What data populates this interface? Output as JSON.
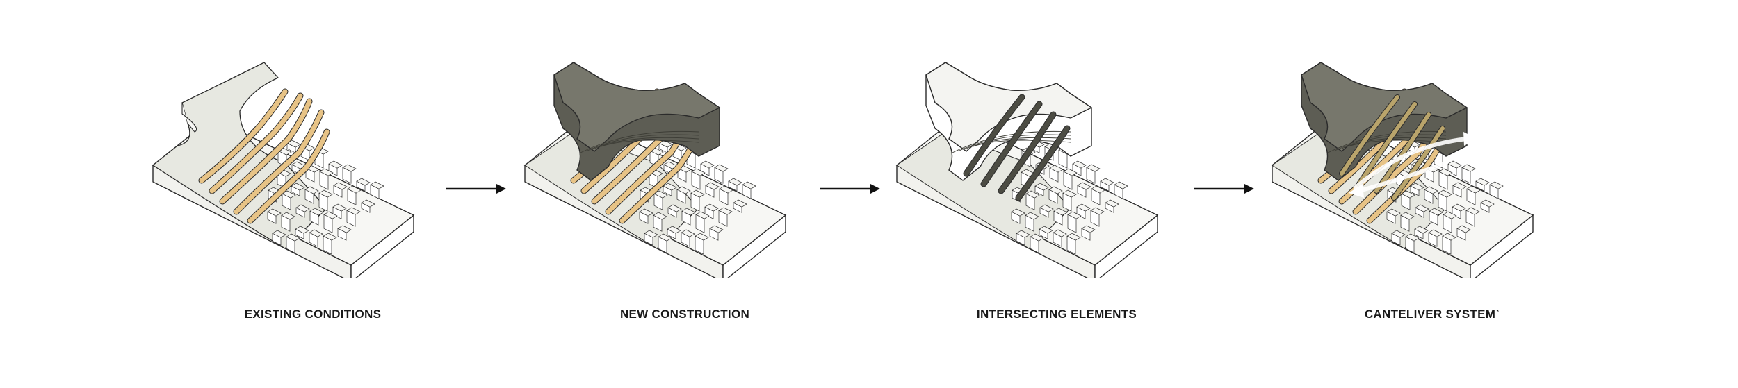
{
  "stages": [
    {
      "caption": "EXISTING CONDITIONS"
    },
    {
      "caption": "NEW CONSTRUCTION"
    },
    {
      "caption": "INTERSECTING ELEMENTS"
    },
    {
      "caption": "CANTELIVER SYSTEM`"
    }
  ],
  "colors": {
    "ground": "#e7e8e1",
    "base_side": "#ffffff",
    "outline": "#2b2b2b",
    "ramp": "#e7c386",
    "mass": "#77776c",
    "mass_dark": "#5d5d54",
    "mass_light": "#f4f4f1",
    "beam": "#4c4c43",
    "city_block": "#f6f6f3",
    "arrow": "#111111"
  },
  "icons": {
    "transition_arrow": "right-arrow-icon"
  }
}
